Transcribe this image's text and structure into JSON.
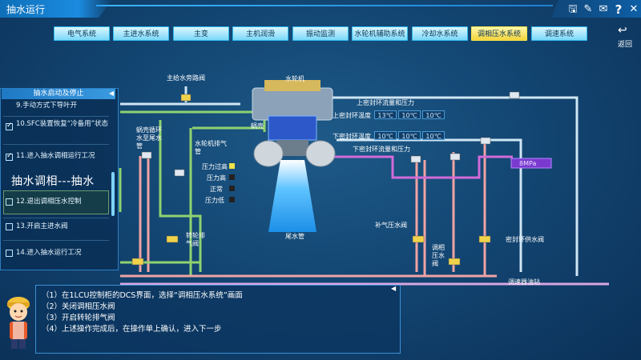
{
  "app": {
    "title": "抽水运行"
  },
  "toolbar": {
    "icons": [
      "save-icon",
      "edit-icon",
      "message-icon",
      "help-icon",
      "close-icon"
    ],
    "glyphs": [
      "🖫",
      "✎",
      "✉",
      "?",
      "✕"
    ]
  },
  "tabs": [
    "电气系统",
    "主进水系统",
    "主变",
    "主机润滑",
    "振动监测",
    "水轮机辅助系统",
    "冷却水系统",
    "调相压水系统",
    "调速系统"
  ],
  "active_tab": "调相压水系统",
  "back": {
    "label": "返回"
  },
  "panel": {
    "title": "抽水启动及停止",
    "steps": {
      "s9": "9.手动方式下导叶开",
      "s10": "10.SFC装置恢复“冷备用”状态",
      "s11": "11.进入抽水调相运行工况",
      "s12": "12.退出调相压水控制",
      "s13": "13.开启主进水阀",
      "s14": "14.进入抽水运行工况"
    },
    "big_title": "抽水调相---抽水"
  },
  "instructions": [
    "（1）在1LCU控制柜的DCS界面，选择“调相压水系统”画面",
    "（2）关闭调相压水阀",
    "（3）开启转轮排气阀",
    "（4）上述操作完成后，在操作单上确认，进入下一步"
  ],
  "diagram": {
    "main_bypass_valve": "主给水旁路阀",
    "turbine": "水轮机",
    "upper_seal_flow": "上密封环流量和压力",
    "upper_seal_temp": "上密封环温度",
    "lower_seal_temp": "下密封环温度",
    "lower_seal_flow": "下密封环流量和压力",
    "temps_upper": [
      "13℃",
      "10℃",
      "10℃"
    ],
    "temps_lower": [
      "10℃",
      "10℃",
      "10℃"
    ],
    "volute": "蜗壳",
    "volute_drain": "蜗壳循环水至尾水管",
    "turbine_vent": "水轮机排气管",
    "pressure_high": "压力过高",
    "pressure_highish": "压力高",
    "normal": "正常",
    "pressure_low": "压力低",
    "runner_vent_valve": "转轮排气阀",
    "tailrace": "尾水管",
    "air_supply_valve": "补气压水阀",
    "phase_valve": "调相压水阀",
    "seal_supply_valve": "密封环供水阀",
    "pressure_value": "8MPa",
    "governor_tank": "调速器油站"
  }
}
